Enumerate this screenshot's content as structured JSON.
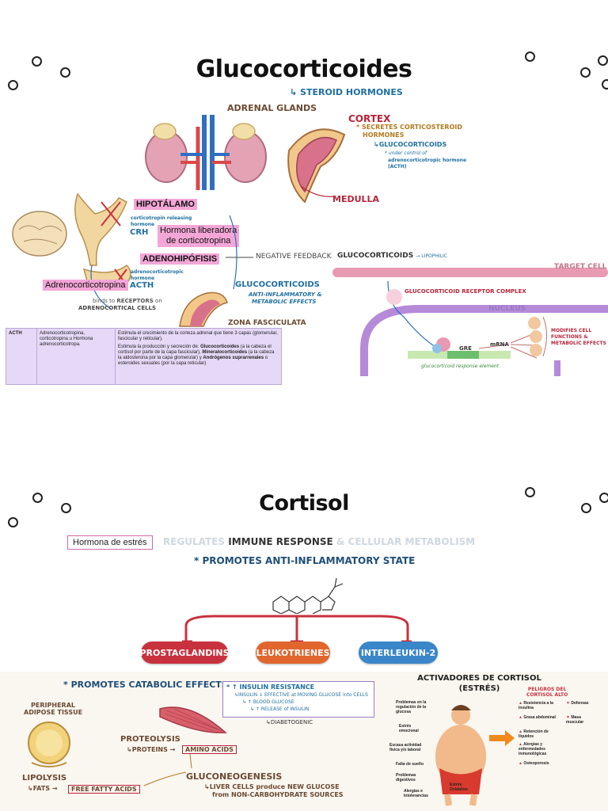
{
  "slide1": {
    "title": "Glucocorticoides",
    "subtitle": "STEROID HORMONES",
    "adrenal_label": "ADRENAL GLANDS",
    "cortex_label": "CORTEX",
    "cortex_note1": "SECRETES CORTICOSTEROID",
    "cortex_note2": "HORMONES",
    "glucocorticoids_label": "GLUCOCORTICOIDS",
    "under_control": "under control of",
    "acth_full": "adrenocorticotropic hormone",
    "acth_abbr": "(ACTH)",
    "medulla_label": "MEDULLA",
    "hipotalamo": "HIPOTÁLAMO",
    "crh_full": "corticotropin releasing",
    "crh_hormone": "hormone",
    "crh": "CRH",
    "hormona_lib1": "Hormona liberadora",
    "hormona_lib2": "de corticotropina",
    "adenohipofisis": "ADENOHIPÓFISIS",
    "acth_full2": "adrenocorticotropic",
    "acth_hormone2": "hormone",
    "acth": "ACTH",
    "adrenocorticotropina": "Adrenocorticotropina",
    "negative_feedback": "NEGATIVE FEEDBACK",
    "glucocorticoids_mid": "GLUCOCORTICOIDS",
    "anti_inflam": "ANTI-INFLAMMATORY &",
    "metabolic": "METABOLIC EFFECTS",
    "binds_to": "binds to",
    "receptors": "RECEPTORS",
    "on": "on",
    "adrenocortical": "ADRENOCORTICAL CELLS",
    "zona": "ZONA FASCICULATA",
    "gluco_right": "GLUCOCORTICOIDS",
    "lipophilic": "LIPOPHILIC",
    "target_cell": "TARGET CELL",
    "receptor_complex": "GLUCOCORTICOID RECEPTOR COMPLEX",
    "nucleus": "NUCLEUS",
    "gre": "GRE",
    "mrna": "mRNA",
    "gre_full": "glucocorticoid response element",
    "modifies1": "MODIFIES CELL",
    "modifies2": "FUNCTIONS &",
    "modifies3": "METABOLIC EFFECTS",
    "table": {
      "c1": "ACTH",
      "c2": "Adrenocorticotropina, corticotropina u Hormona adrenocorticotropa.",
      "c3a": "Estimula el crecimiento de la corteza adrenal que tiene 3 capas (glomerular, fascicular y reticular).",
      "c3b_pre": "Estimula la producción y secreción de: ",
      "c3b_gluco": "Glucocorticoides",
      "c3b_mid": " (a la cabeza el cortisol por parte de la capa fascicular), ",
      "c3b_mineral": "Mineralocorticoides",
      "c3b_mid2": " (a la cabeza la aldosterona por la capa glomerular) y ",
      "c3b_andro": "Andrógenos suprarrenales",
      "c3b_end": " o esteroides sexuales (por la capa reticular)"
    }
  },
  "slide2": {
    "title": "Cortisol",
    "hormona_estres": "Hormona de estrés",
    "regulates": "REGULATES",
    "immune": "IMMUNE RESPONSE",
    "and_cell": "& CELLULAR METABOLISM",
    "promotes_anti": "PROMOTES ANTI-INFLAMMATORY STATE",
    "pills": [
      {
        "label": "PROSTAGLANDINS",
        "color": "#c8323e"
      },
      {
        "label": "LEUKOTRIENES",
        "color": "#e0662e"
      },
      {
        "label": "INTERLEUKIN-2",
        "color": "#3a86c8"
      }
    ],
    "promotes_catabolic": "PROMOTES CATABOLIC EFFECTS",
    "insulin_resistance": "INSULIN RESISTANCE",
    "insulin_line2a": "INSULIN",
    "insulin_line2b": "EFFECTIVE at MOVING GLUCOSE into CELLS",
    "blood_glucose": "BLOOD GLUCOSE",
    "release_insulin": "RELEASE of INSULIN",
    "diabetogenic": "DIABETOGENIC",
    "peripheral1": "PERIPHERAL",
    "peripheral2": "ADIPOSE TISSUE",
    "proteolysis": "PROTEOLYSIS",
    "proteins": "PROTEINS",
    "amino_acids": "AMINO ACIDS",
    "lipolysis": "LIPOLYSIS",
    "fats": "FATS",
    "free_fatty": "FREE FATTY ACIDS",
    "gluconeo": "GLUCONEOGENESIS",
    "liver1": "LIVER CELLS produce NEW GLUCOSE",
    "liver2": "from NON-CARBOHYDRATE SOURCES",
    "activadores1": "ACTIVADORES DE CORTISOL",
    "activadores2": "(ESTRÉS)",
    "peligros1": "PELIGROS DEL",
    "peligros2": "CORTISOL ALTO",
    "left_items": [
      "Problemas en la regulación de la glucosa",
      "Estrés emocional",
      "Escasa actividad física y/o laboral",
      "Falta de sueño",
      "Problemas digestivos",
      "Alergias e Intolerancias",
      "Estrés Oxidativo"
    ],
    "right_items": [
      "Resistencia a la insulina",
      "Defensas",
      "Grasa abdominal",
      "Masa muscular",
      "Retención de líquidos",
      "Alergias y enfermedades inmunológicas",
      "Osteoporosis"
    ]
  },
  "colors": {
    "pink": "#f3a6d7",
    "blue": "#1e6fa0",
    "red": "#b8243a",
    "purple_table": "#e6d9f7"
  }
}
